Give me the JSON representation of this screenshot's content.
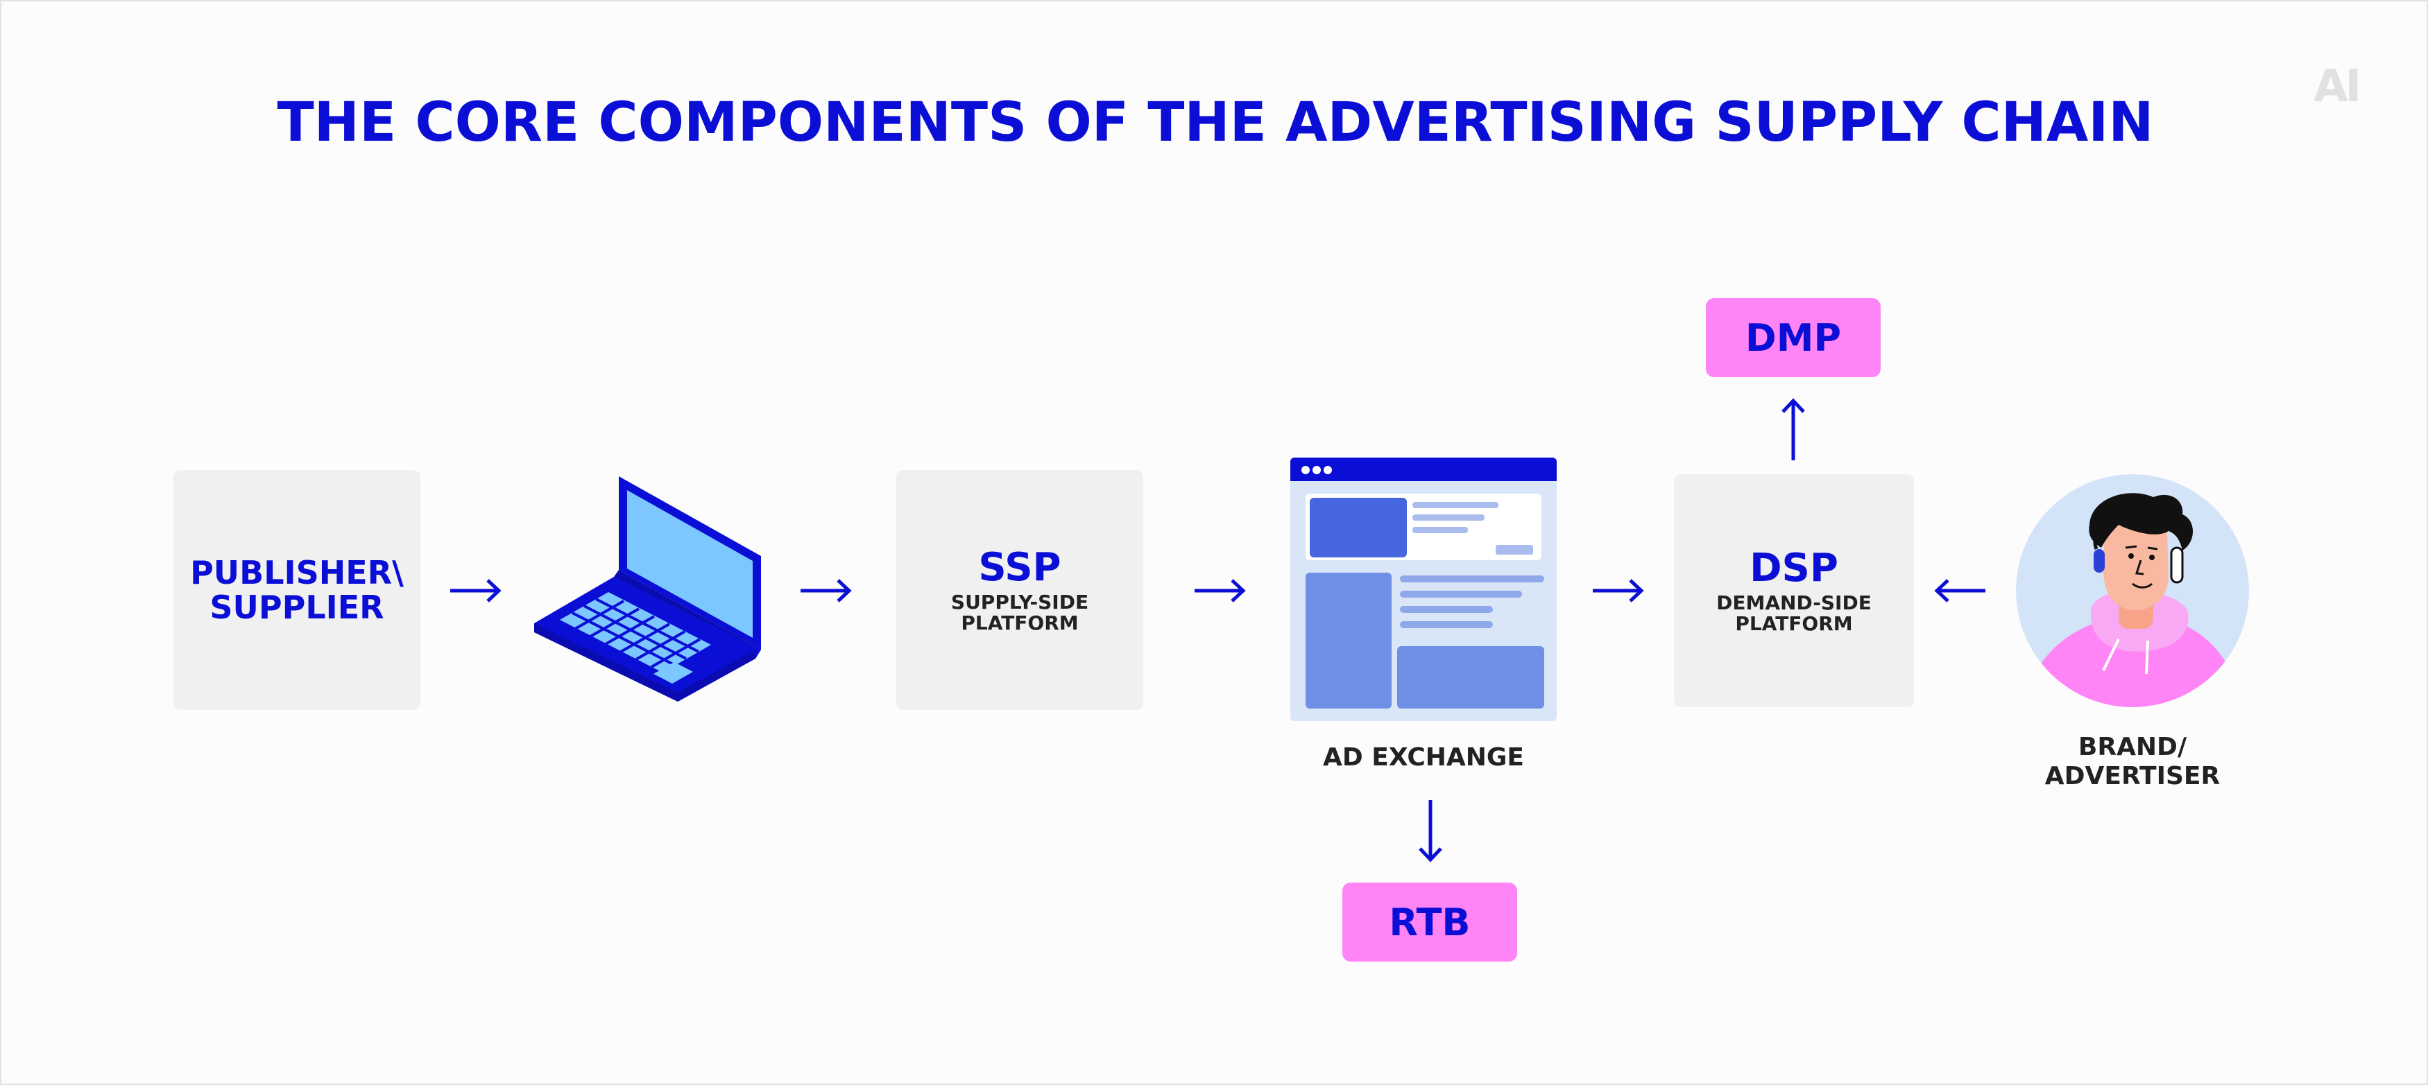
{
  "title": "THE CORE COMPONENTS OF THE ADVERTISING SUPPLY CHAIN",
  "logo": "AI",
  "publisher": {
    "line1": "PUBLISHER\\",
    "line2": "SUPPLIER"
  },
  "ssp": {
    "title": "SSP",
    "sub1": "SUPPLY-SIDE",
    "sub2": "PLATFORM"
  },
  "ad_exchange": {
    "caption": "AD EXCHANGE"
  },
  "dsp": {
    "title": "DSP",
    "sub1": "DEMAND-SIDE",
    "sub2": "PLATFORM"
  },
  "dmp": {
    "label": "DMP"
  },
  "rtb": {
    "label": "RTB"
  },
  "brand": {
    "line1": "BRAND/",
    "line2": "ADVERTISER"
  },
  "colors": {
    "accent_blue": "#0b0fd6",
    "pink": "#ff85f7",
    "box_gray": "#f0f0f0",
    "light_blue": "#7cc7ff"
  },
  "icons": [
    "laptop-icon",
    "browser-window-icon",
    "person-avatar-icon",
    "arrow-right-icon",
    "arrow-left-icon",
    "arrow-up-icon",
    "arrow-down-icon"
  ]
}
